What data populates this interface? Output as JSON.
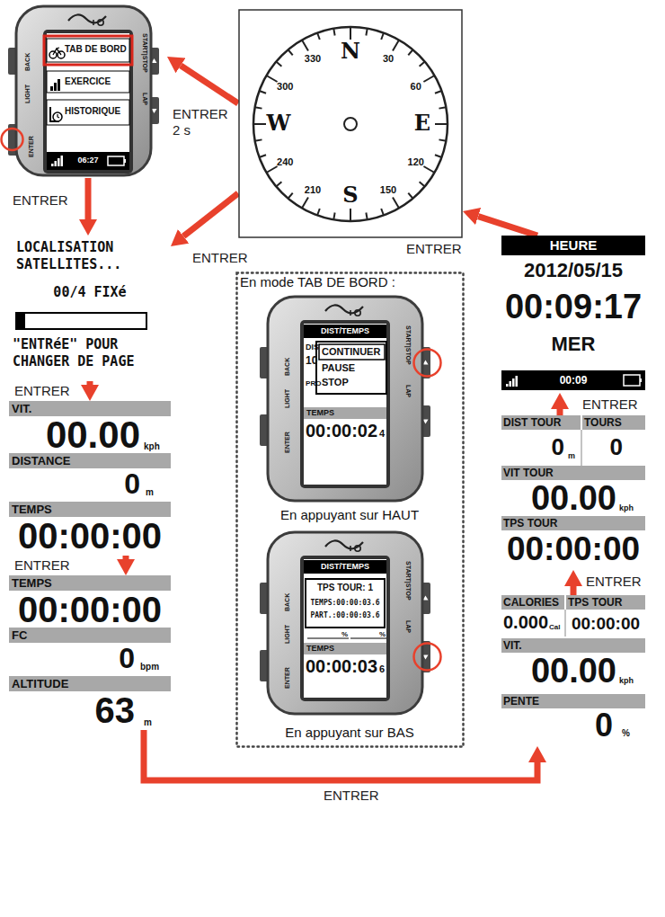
{
  "diagram": {
    "nodes": [
      {
        "text": [
          "TAB DE BORD",
          "EXERCICE",
          "HISTORIQUE",
          "06:27",
          "BACK",
          "LIGHT",
          "ENTER",
          "START|STOP",
          "LAP"
        ]
      },
      {
        "text": [
          "N",
          "30",
          "60",
          "E",
          "120",
          "150",
          "S",
          "210",
          "240",
          "W",
          "300",
          "330"
        ]
      },
      {
        "text": [
          "LOCALISATION SATELLITES...",
          "00/4 FIXé",
          "\"ENTRéE\" POUR CHANGER DE PAGE"
        ]
      },
      {
        "text": [
          "HEURE",
          "2012/05/15",
          "00:09:17",
          "MER",
          "00:09"
        ]
      },
      {
        "text": [
          "VIT.",
          "00.00",
          "kph",
          "DISTANCE",
          "0",
          "m",
          "TEMPS",
          "00:00:00"
        ]
      },
      {
        "text": [
          "DIST TOUR",
          "TOURS",
          "0",
          "m",
          "0",
          "VIT TOUR",
          "00.00",
          "kph",
          "TPS TOUR",
          "00:00:00"
        ]
      },
      {
        "text": [
          "TEMPS",
          "00:00:00",
          "FC",
          "0",
          "bpm",
          "ALTITUDE",
          "63",
          "m"
        ]
      },
      {
        "text": [
          "CALORIES",
          "TPS TOUR",
          "0.000",
          "Cal",
          "00:00:00",
          "VIT.",
          "00.00",
          "kph",
          "PENTE",
          "0",
          "%"
        ]
      },
      {
        "text": [
          "En mode TAB DE BORD :",
          "En appuyant sur HAUT",
          "En appuyant sur BAS"
        ]
      },
      {
        "text": [
          "DIST/TEMPS",
          "DIS",
          "10",
          "PRO",
          "CONTINUER",
          "PAUSE",
          "STOP",
          "TEMPS",
          "00:00:02",
          "4",
          "BACK",
          "LIGHT",
          "ENTER",
          "START|STOP",
          "LAP"
        ],
        "in": 8
      },
      {
        "text": [
          "DIST/TEMPS",
          "TPS TOUR: 1",
          "TEMPS:00:00:03.6",
          "PART.:00:00:03.6",
          "%",
          "%",
          "TEMPS",
          "00:00:03",
          "6",
          "BACK",
          "LIGHT",
          "ENTER",
          "START|STOP",
          "LAP"
        ],
        "in": 8
      }
    ],
    "edges": [
      {
        "from": 0,
        "to": 2,
        "arrow": "to",
        "label": "ENTRER"
      },
      {
        "from": 1,
        "to": 0,
        "arrow": "to",
        "label": "ENTRER 2 s"
      },
      {
        "from": 1,
        "to": 2,
        "arrow": "to",
        "label": "ENTRER"
      },
      {
        "from": 3,
        "to": 1,
        "arrow": "to",
        "label": "ENTRER"
      },
      {
        "from": 2,
        "to": 4,
        "arrow": "to",
        "label": "ENTRER"
      },
      {
        "from": 4,
        "to": 6,
        "arrow": "to",
        "label": "ENTRER"
      },
      {
        "from": 6,
        "to": 7,
        "arrow": "to",
        "label": "ENTRER"
      },
      {
        "from": 7,
        "to": 5,
        "arrow": "to",
        "label": "ENTRER"
      },
      {
        "from": 5,
        "to": 3,
        "arrow": "to",
        "label": "ENTRER"
      }
    ]
  }
}
